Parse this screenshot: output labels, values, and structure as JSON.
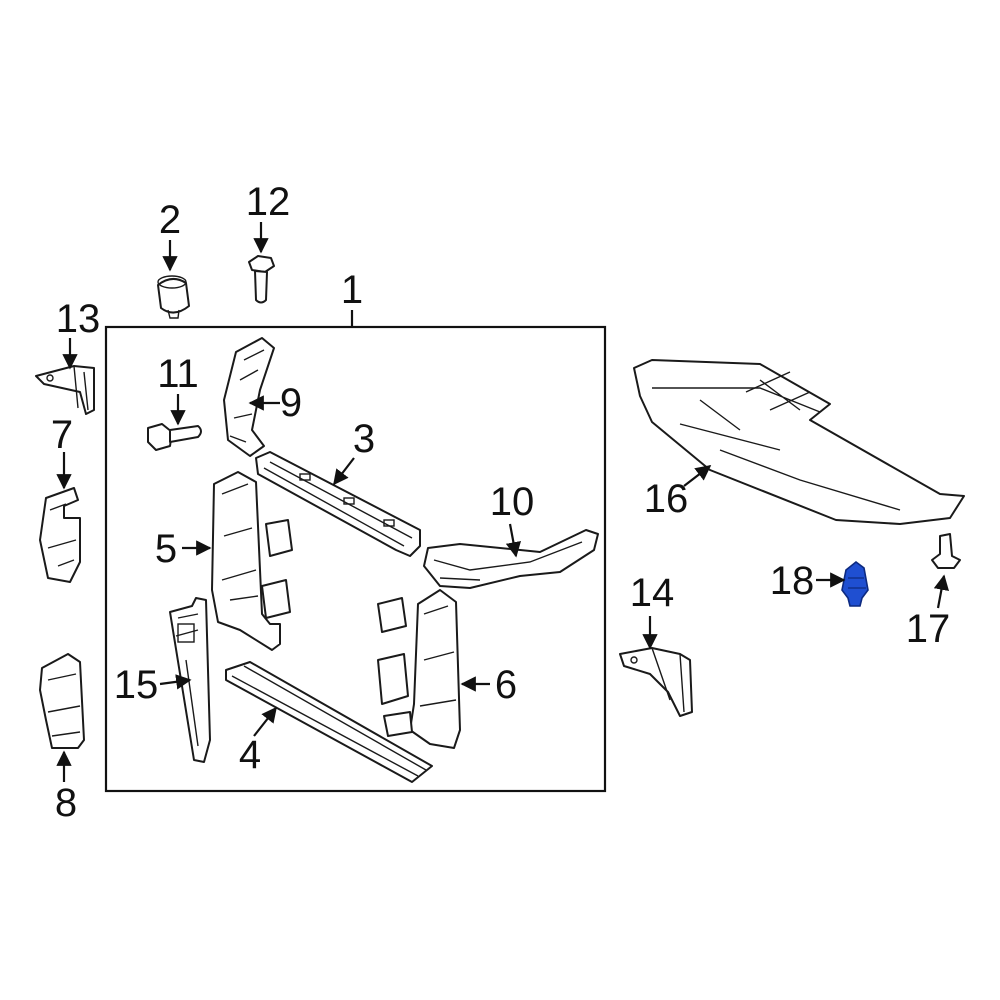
{
  "callouts": {
    "c1": "1",
    "c2": "2",
    "c3": "3",
    "c4": "4",
    "c5": "5",
    "c6": "6",
    "c7": "7",
    "c8": "8",
    "c9": "9",
    "c10": "10",
    "c11": "11",
    "c12": "12",
    "c13": "13",
    "c14": "14",
    "c15": "15",
    "c16": "16",
    "c17": "17",
    "c18": "18"
  },
  "colors": {
    "highlight_part": "#1f4fd1",
    "line": "#1a1a1a"
  },
  "highlighted_callout": "18"
}
